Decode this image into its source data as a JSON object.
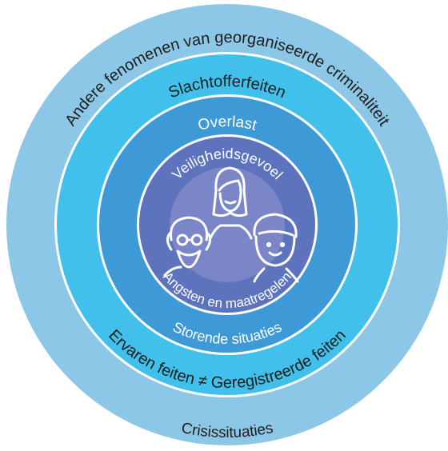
{
  "rings": [
    {
      "color": "#8cc7e7",
      "top_label": "Andere fenomenen van georganiseerde criminaliteit",
      "bottom_label": "Crisissituaties"
    },
    {
      "color": "#40c0ea",
      "top_label": "Slachtofferfeiten",
      "bottom_label": "Ervaren feiten ≠ Geregistreerde feiten"
    },
    {
      "color": "#3e9ad7",
      "top_label": "Overlast",
      "bottom_label": "Storende situaties"
    },
    {
      "color": "#5d73bd",
      "top_label": "Veiligheidsgevoel",
      "bottom_label": "Angsten en maatregelen"
    }
  ],
  "center": {
    "color": "#7b86c8",
    "icon": "family-icon"
  },
  "colors": {
    "separator": "#ffffff",
    "label": "#1d1d1b",
    "label_inner": "#ffffff"
  }
}
